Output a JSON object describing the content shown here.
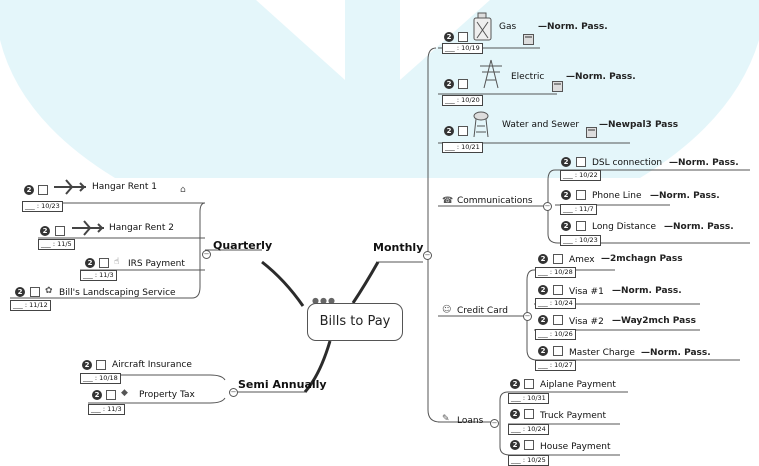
{
  "center": "Bills to Pay",
  "priority": "2",
  "branches": {
    "monthly": "Monthly",
    "quarterly": "Quarterly",
    "semi": "Semi Annually"
  },
  "monthly": {
    "gas": {
      "label": "Gas",
      "pass": "Norm. Pass.",
      "due": "___ : 10/19"
    },
    "electric": {
      "label": "Electric",
      "pass": "Norm. Pass.",
      "due": "___ : 10/20"
    },
    "water": {
      "label": "Water and Sewer",
      "pass": "Newpal3 Pass",
      "due": "___ : 10/21"
    },
    "communications": {
      "label": "Communications",
      "dsl": {
        "label": "DSL connection",
        "pass": "Norm. Pass.",
        "due": "___ : 10/22"
      },
      "phone": {
        "label": "Phone Line",
        "pass": "Norm. Pass.",
        "due": "___ : 11/7"
      },
      "ld": {
        "label": "Long Distance",
        "pass": "Norm. Pass.",
        "due": "___ : 10/23"
      }
    },
    "credit": {
      "label": "Credit Card",
      "amex": {
        "label": "Amex",
        "pass": "2mchagn Pass",
        "due": "___ : 10/28"
      },
      "visa1": {
        "label": "Visa #1",
        "pass": "Norm. Pass.",
        "due": "___ : 10/24"
      },
      "visa2": {
        "label": "Visa #2",
        "pass": "Way2mch Pass",
        "due": "___ : 10/26"
      },
      "mc": {
        "label": "Master Charge",
        "pass": "Norm. Pass.",
        "due": "___ : 10/27"
      }
    },
    "loans": {
      "label": "Loans",
      "airplane": {
        "label": "Aiplane Payment",
        "due": "___ : 10/31"
      },
      "truck": {
        "label": "Truck Payment",
        "due": "___ : 10/24"
      },
      "house": {
        "label": "House Payment",
        "due": "___ : 10/25"
      }
    }
  },
  "quarterly": {
    "hangar1": {
      "label": "Hangar Rent 1",
      "due": "___ : 10/23"
    },
    "hangar2": {
      "label": "Hangar Rent 2",
      "due": "___ : 11/5"
    },
    "irs": {
      "label": "IRS Payment",
      "due": "___ : 11/3"
    },
    "landscaping": {
      "label": "Bill's Landscaping Service",
      "due": "___ : 11/12"
    }
  },
  "semi": {
    "aircraft": {
      "label": "Aircraft Insurance",
      "due": "___ : 10/18"
    },
    "property": {
      "label": "Property Tax",
      "due": "___ : 11/3"
    }
  },
  "colors": {
    "watermark": "#bfe9f1",
    "line": "#555555",
    "trunk": "#2b2b2b"
  },
  "icons": [
    "airplane-icon",
    "phone-icon",
    "smiley-icon",
    "loans-icon",
    "gas-can-icon",
    "power-tower-icon",
    "water-tower-icon",
    "calculator-icon",
    "thumbs-up-icon",
    "flower-icon",
    "tag-icon"
  ]
}
